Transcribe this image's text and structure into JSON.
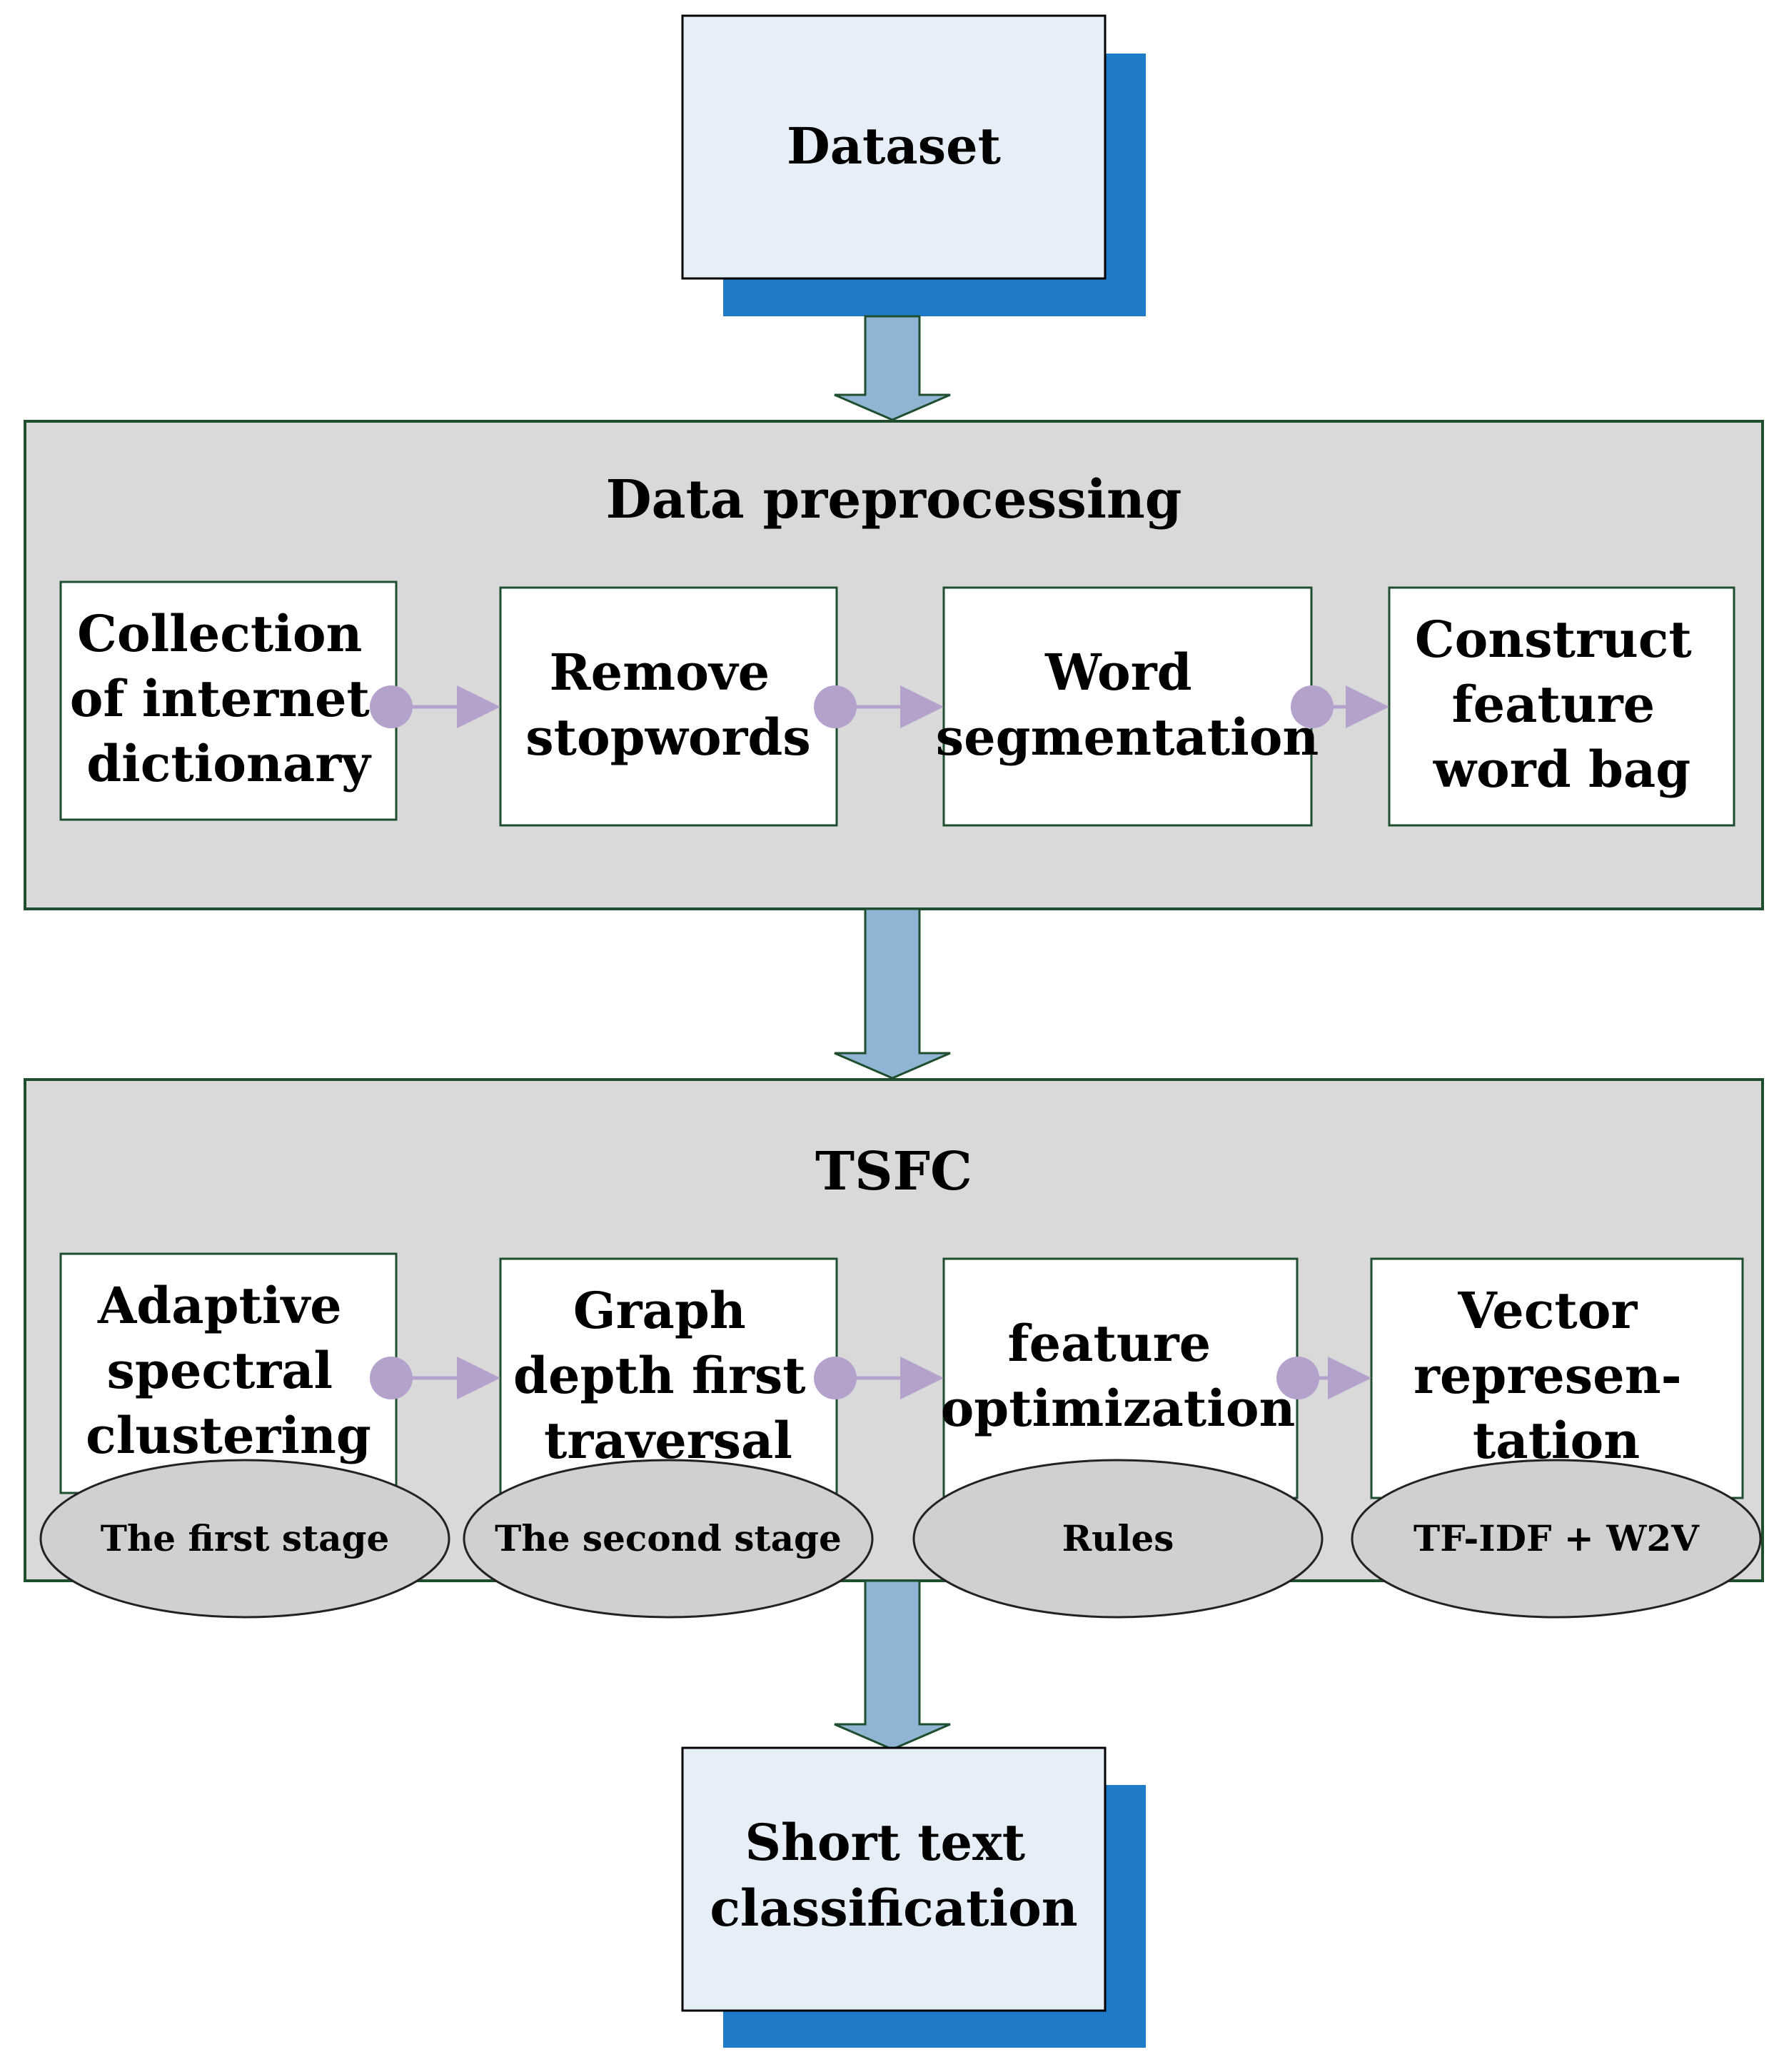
{
  "dataset": {
    "label": "Dataset"
  },
  "preprocessing": {
    "title": "Data preprocessing",
    "steps": [
      {
        "lines": [
          "Collection",
          "of internet",
          "dictionary"
        ]
      },
      {
        "lines": [
          "Remove",
          "stopwords"
        ]
      },
      {
        "lines": [
          "Word",
          "segmentation"
        ]
      },
      {
        "lines": [
          "Construct",
          "feature",
          "word bag"
        ]
      }
    ]
  },
  "tsfc": {
    "title": "TSFC",
    "steps": [
      {
        "lines": [
          "Adaptive",
          "spectral",
          "clustering"
        ],
        "tag": "The first stage"
      },
      {
        "lines": [
          "Graph",
          "depth first",
          "traversal"
        ],
        "tag": "The second stage"
      },
      {
        "lines": [
          "feature",
          "optimization"
        ],
        "tag": "Rules"
      },
      {
        "lines": [
          "Vector",
          "represen-",
          "tation"
        ],
        "tag": "TF-IDF + W2V"
      }
    ]
  },
  "output": {
    "lines": [
      "Short text",
      "classification"
    ]
  },
  "colors": {
    "panel": "#d9d9d9",
    "panel_border": "#1f4e2e",
    "terminal_fill": "#e6eef8",
    "terminal_shadow": "#1f7ac8",
    "big_arrow": "#8fb4d4",
    "small_arrow": "#b4a1cc",
    "oval": "#d0d0d0"
  }
}
